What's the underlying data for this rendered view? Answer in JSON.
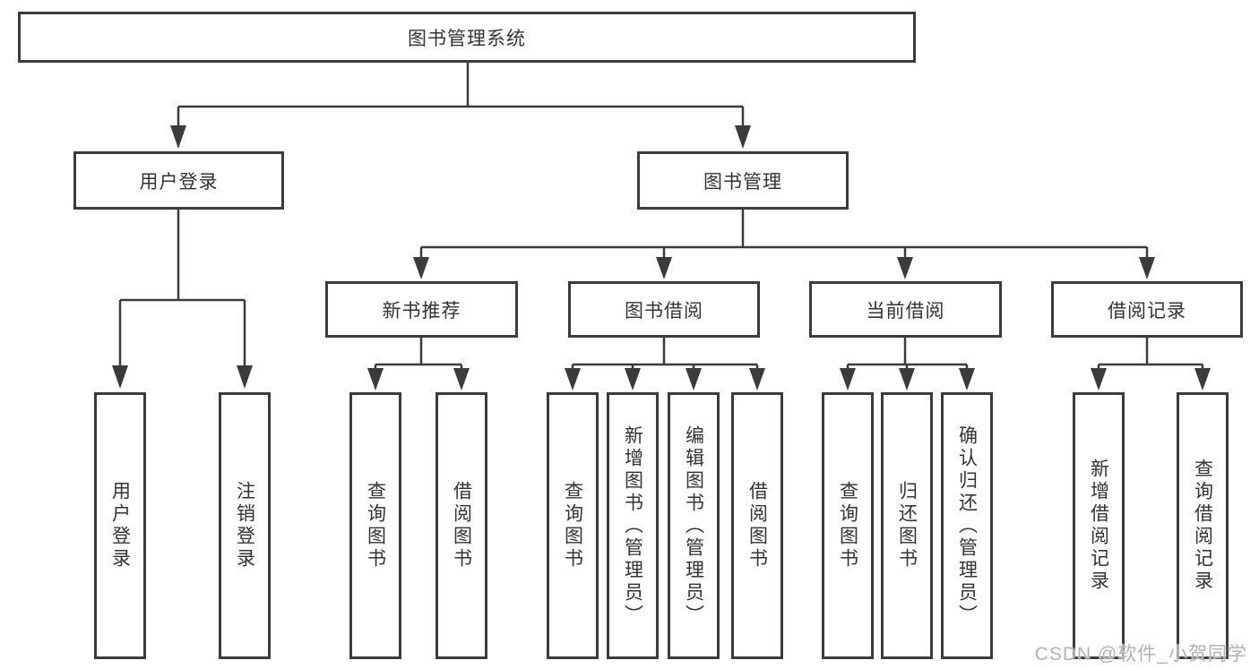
{
  "diagram": {
    "root": {
      "label": "图书管理系统"
    },
    "branches": [
      {
        "label": "用户登录",
        "children": [
          {
            "label": "用户登录"
          },
          {
            "label": "注销登录"
          }
        ]
      },
      {
        "label": "图书管理",
        "children": [
          {
            "label": "新书推荐",
            "children": [
              {
                "label": "查询图书"
              },
              {
                "label": "借阅图书"
              }
            ]
          },
          {
            "label": "图书借阅",
            "children": [
              {
                "label": "查询图书"
              },
              {
                "label": "新增图书（管理员）"
              },
              {
                "label": "编辑图书（管理员）"
              },
              {
                "label": "借阅图书"
              }
            ]
          },
          {
            "label": "当前借阅",
            "children": [
              {
                "label": "查询图书"
              },
              {
                "label": "归还图书"
              },
              {
                "label": "确认归还（管理员）"
              }
            ]
          },
          {
            "label": "借阅记录",
            "children": [
              {
                "label": "新增借阅记录"
              },
              {
                "label": "查询借阅记录"
              }
            ]
          }
        ]
      }
    ],
    "watermark": {
      "text": "CSDN @软件_小贺同学"
    },
    "colors": {
      "line": "#3b3b3b",
      "text": "#333333",
      "background": "#ffffff",
      "watermark": "#b2b2b2"
    }
  }
}
